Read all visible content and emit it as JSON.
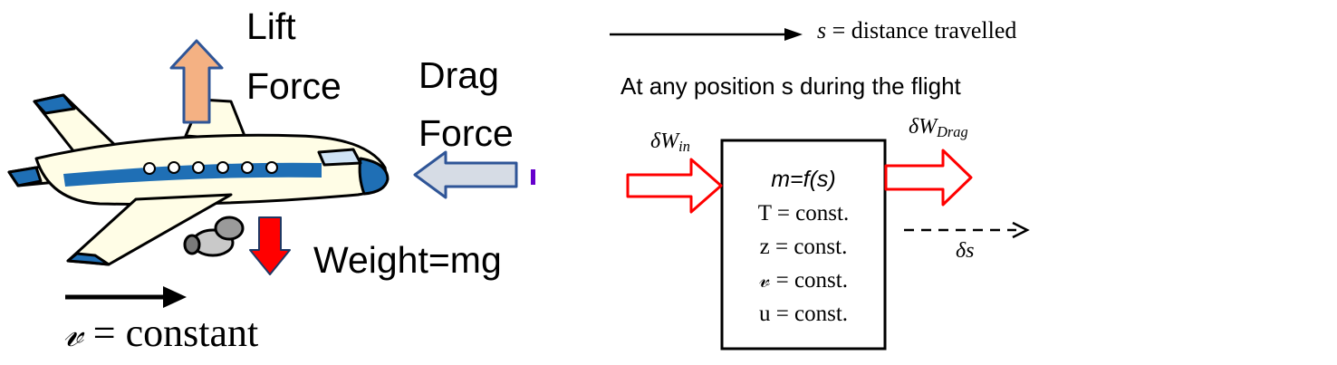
{
  "airplane": {
    "lift_line1": "Lift",
    "lift_line2": "Force",
    "drag_line1": "Drag",
    "drag_line2": "Force",
    "weight_label": "Weight=mg",
    "velocity_symbol": "𝓋",
    "velocity_value": "= constant"
  },
  "distance": {
    "symbol": "s",
    "text": "= distance travelled"
  },
  "position_caption": "At any position s during the flight",
  "control_volume": {
    "work_in_main": "δW",
    "work_in_sub": "in",
    "work_drag_main": "δW",
    "work_drag_sub": "Drag",
    "displacement": "δs",
    "mass_eq": "m=f(s)",
    "temperature": "T = const.",
    "height": "z = const.",
    "velocity": "𝓋 = const.",
    "internal_energy": "u = const."
  },
  "colors": {
    "lift_arrow": "#f4b183",
    "drag_arrow": "#d6dce5",
    "weight_arrow": "#ff0000",
    "work_arrows": "#ff0000",
    "plane_body": "#fffde6",
    "plane_accent": "#1f6fb5",
    "marker": "#6600cc"
  },
  "icons": [
    "airplane-icon",
    "lift-arrow-icon",
    "drag-arrow-icon",
    "weight-arrow-icon"
  ]
}
